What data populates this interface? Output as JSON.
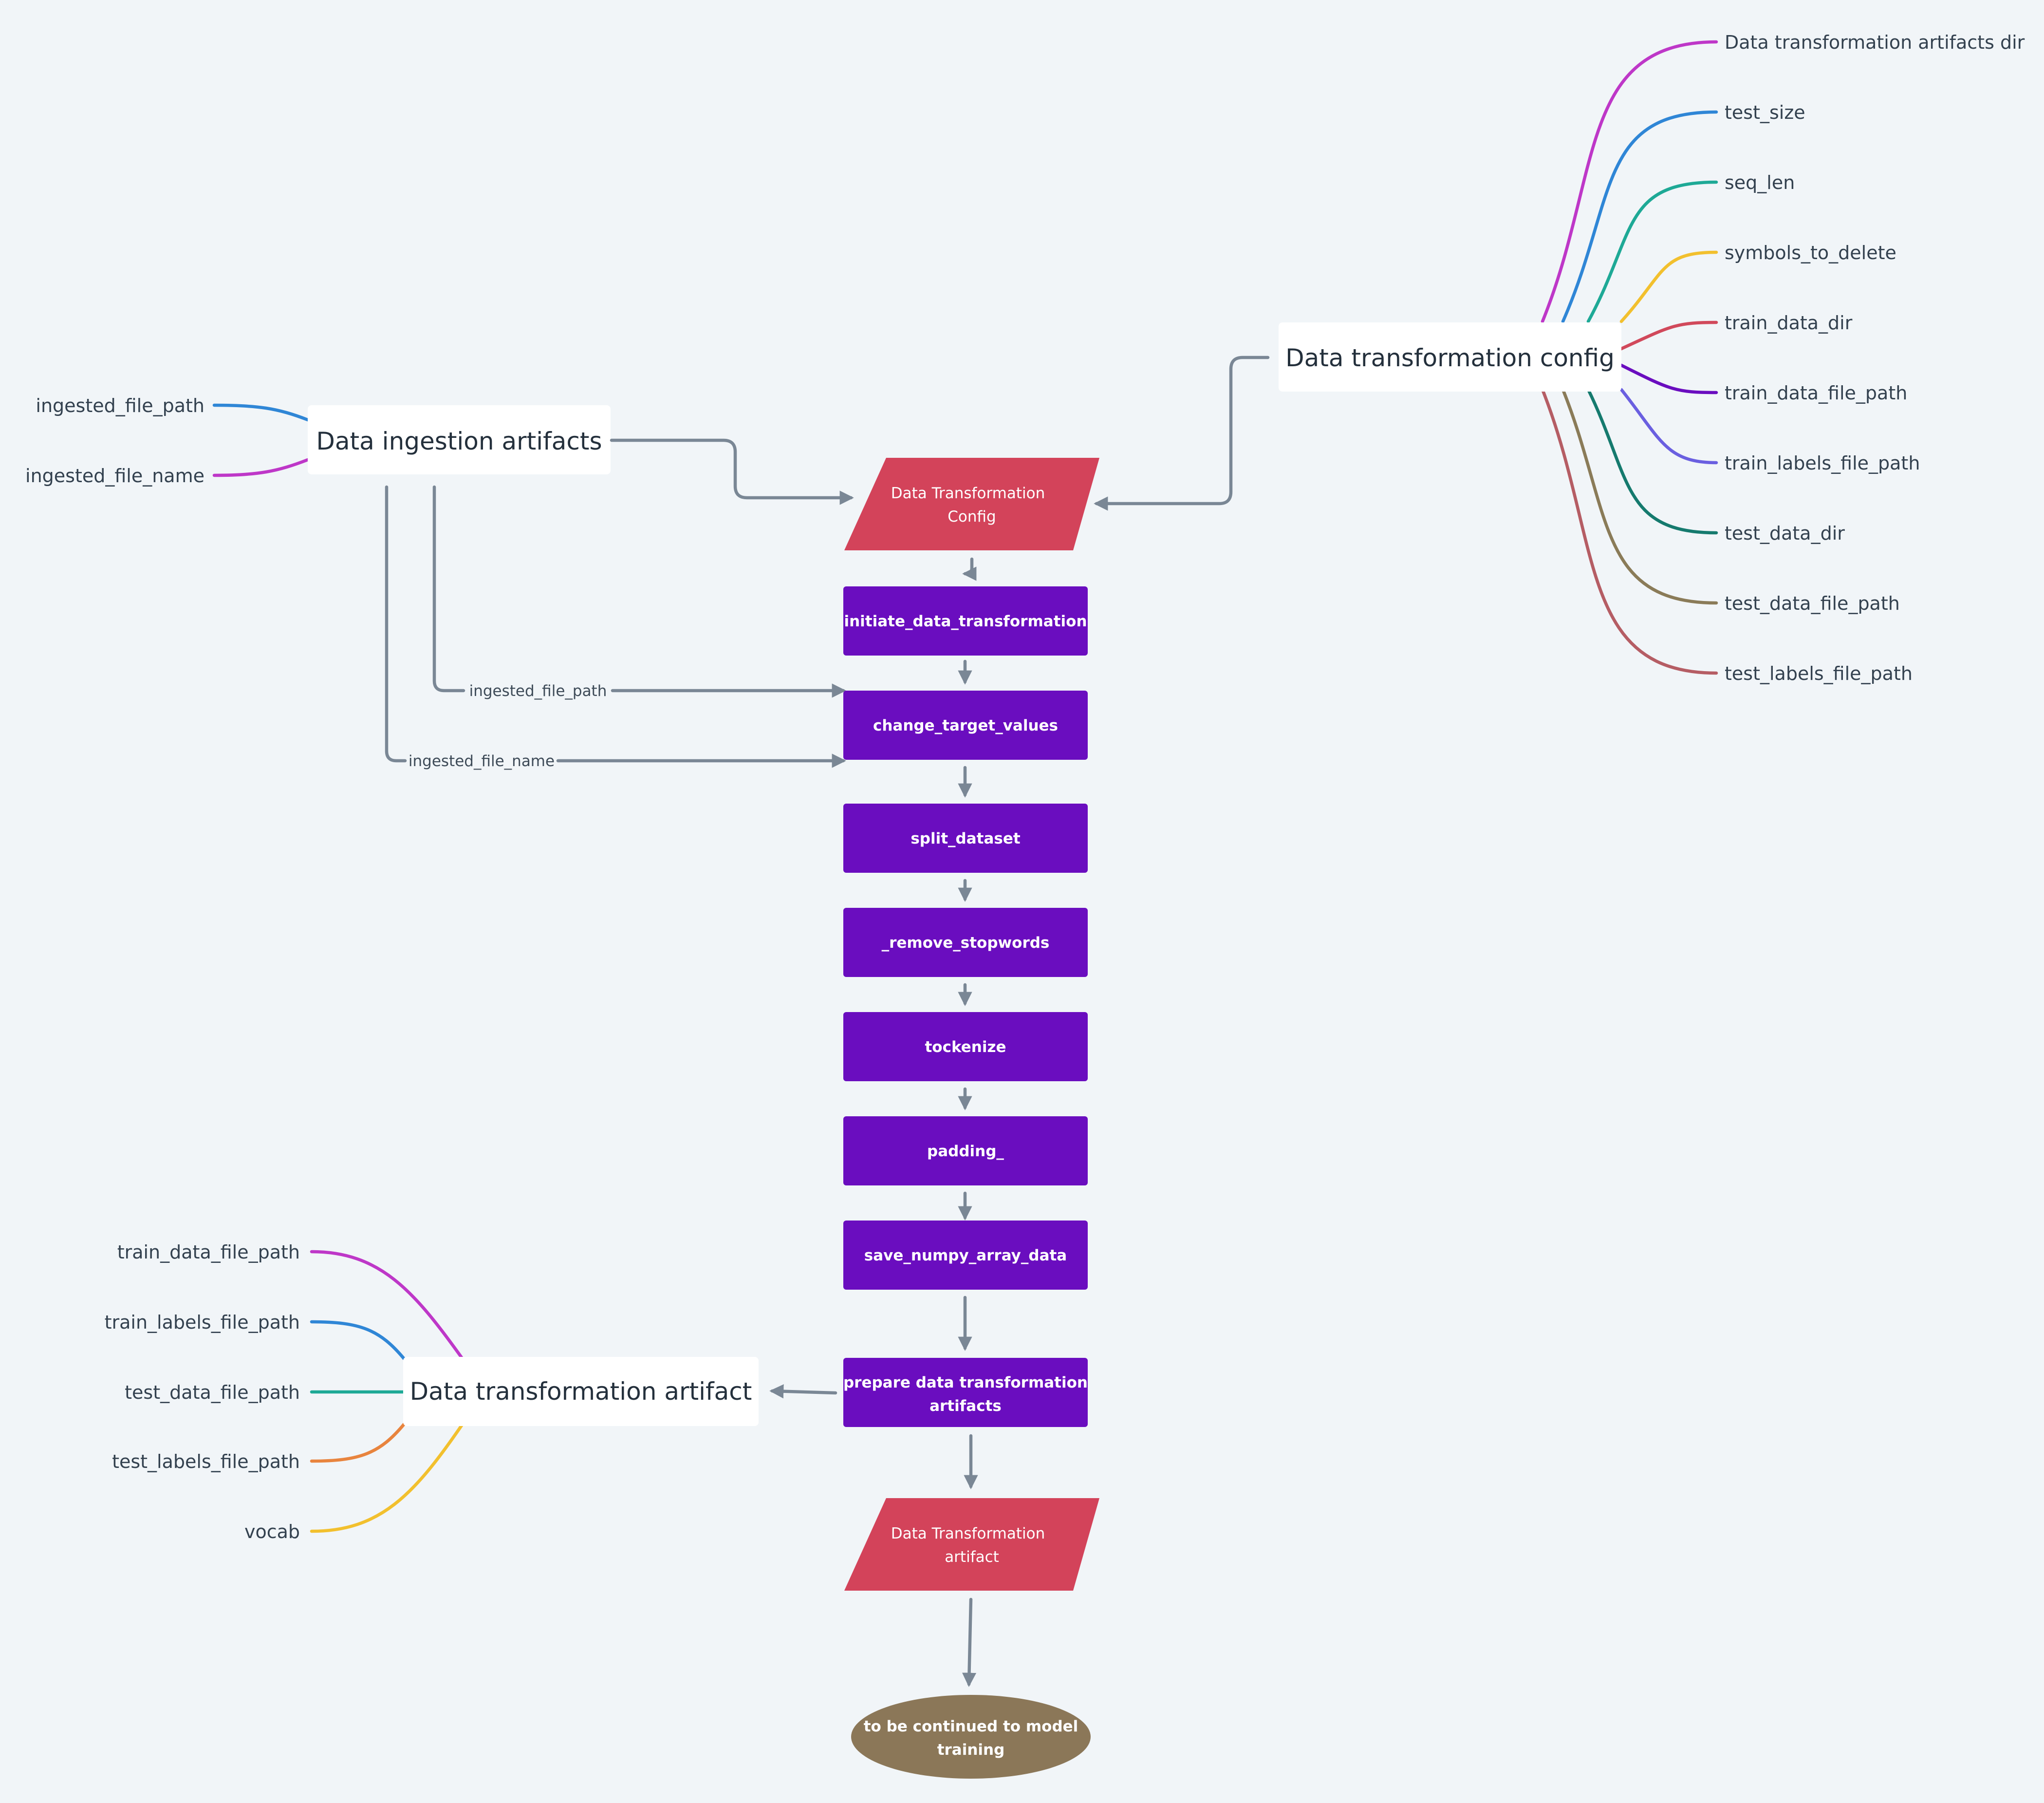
{
  "ingestion": {
    "title": "Data ingestion artifacts",
    "items": [
      {
        "label": "ingested_file_path",
        "color": "#2f86d6"
      },
      {
        "label": "ingested_file_name",
        "color": "#be37c8"
      }
    ]
  },
  "config": {
    "title": "Data transformation config",
    "items": [
      {
        "label": "Data transformation artifacts dir",
        "color": "#be37c8"
      },
      {
        "label": "test_size",
        "color": "#2f86d6"
      },
      {
        "label": "seq_len",
        "color": "#1ea996"
      },
      {
        "label": "symbols_to_delete",
        "color": "#f2c02e"
      },
      {
        "label": "train_data_dir",
        "color": "#d1495b"
      },
      {
        "label": "train_data_file_path",
        "color": "#6a0dbf"
      },
      {
        "label": "train_labels_file_path",
        "color": "#6a5fe0"
      },
      {
        "label": "test_data_dir",
        "color": "#157a6e"
      },
      {
        "label": "test_data_file_path",
        "color": "#8a7b58"
      },
      {
        "label": "test_labels_file_path",
        "color": "#b55d64"
      }
    ]
  },
  "artifact": {
    "title": "Data transformation artifact",
    "items": [
      {
        "label": "train_data_file_path",
        "color": "#be37c8"
      },
      {
        "label": "train_labels_file_path",
        "color": "#2f86d6"
      },
      {
        "label": "test_data_file_path",
        "color": "#1ea996"
      },
      {
        "label": "test_labels_file_path",
        "color": "#e8843e"
      },
      {
        "label": "vocab",
        "color": "#f2c02e"
      }
    ]
  },
  "flow": {
    "config_input": [
      "Data Transformation",
      "Config"
    ],
    "steps": [
      "initiate_data_transformation",
      "change_target_values",
      "split_dataset",
      "_remove_stopwords",
      "tockenize",
      "padding_",
      "save_numpy_array_data"
    ],
    "prepare": [
      "prepare data transformation",
      "artifacts"
    ],
    "artifact_output": [
      "Data Transformation",
      "artifact"
    ],
    "end": [
      "to be continued to model",
      "training"
    ],
    "edge_labels": {
      "path": "ingested_file_path",
      "name": "ingested_file_name"
    }
  },
  "colors": {
    "background": "#f1f5f8",
    "step_fill": "#6a0dbf",
    "parallelogram_fill": "#d3435a",
    "ellipse_fill": "#8b7758",
    "connector": "#7a8795",
    "topic_fill": "#ffffff"
  }
}
